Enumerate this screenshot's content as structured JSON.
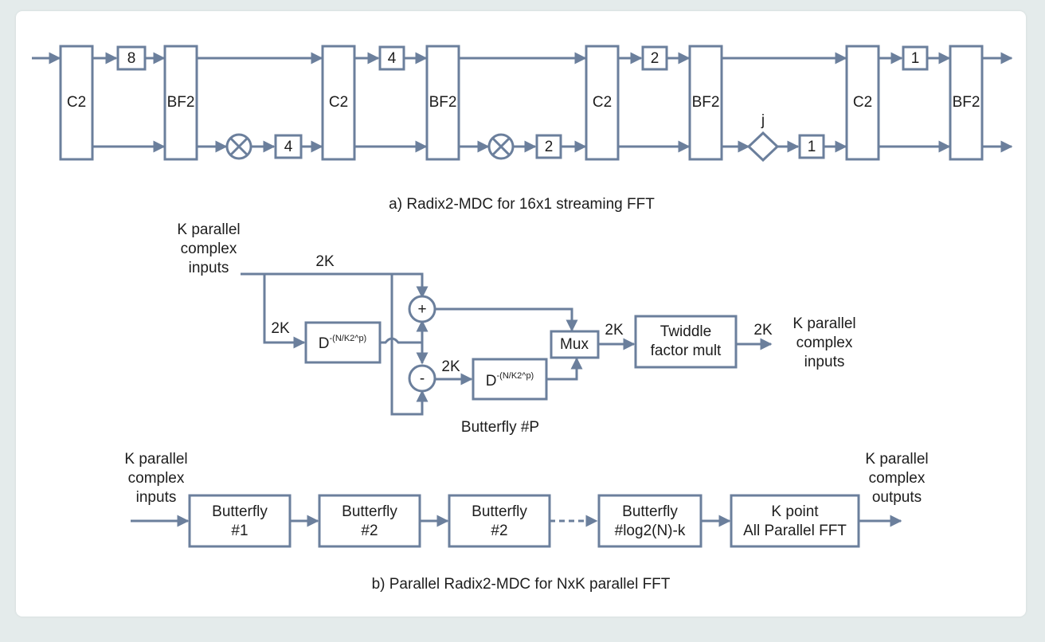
{
  "part_a": {
    "c2_label": "C2",
    "bf2_label": "BF2",
    "delays_top": [
      "8",
      "4",
      "2",
      "1"
    ],
    "delays_bottom": [
      "4",
      "2",
      "1"
    ],
    "j_label": "j",
    "caption": "a) Radix2-MDC for 16x1 streaming FFT"
  },
  "butterfly": {
    "input_label": [
      "K parallel",
      "complex",
      "inputs"
    ],
    "label_2k": "2K",
    "plus_sign": "+",
    "minus_sign": "-",
    "delay_base": "D",
    "delay_exp": "-(N/K2^p)",
    "mux_label": "Mux",
    "twiddle_label": [
      "Twiddle",
      "factor mult"
    ],
    "output_label": [
      "K parallel",
      "complex",
      "inputs"
    ],
    "caption": "Butterfly #P"
  },
  "part_b": {
    "input_label": [
      "K parallel",
      "complex",
      "inputs"
    ],
    "blocks": [
      [
        "Butterfly",
        "#1"
      ],
      [
        "Butterfly",
        "#2"
      ],
      [
        "Butterfly",
        "#2"
      ],
      [
        "Butterfly",
        "#log2(N)-k"
      ],
      [
        "K point",
        "All Parallel FFT"
      ]
    ],
    "output_label": [
      "K parallel",
      "complex",
      "outputs"
    ],
    "caption": "b) Parallel Radix2-MDC for NxK parallel FFT"
  }
}
